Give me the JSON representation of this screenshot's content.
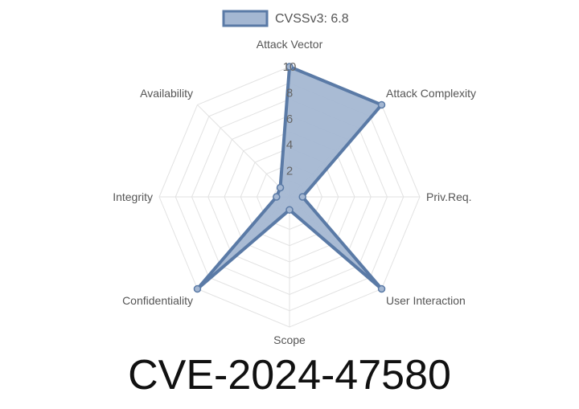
{
  "chart_data": {
    "type": "radar",
    "legend": {
      "placement": "top-center",
      "series_label": "CVSSv3: 6.8"
    },
    "axes": [
      "Attack Vector",
      "Attack Complexity",
      "Priv.Req.",
      "User Interaction",
      "Scope",
      "Confidentiality",
      "Integrity",
      "Availability"
    ],
    "range": [
      0,
      10
    ],
    "ticks": [
      "2",
      "4",
      "6",
      "8",
      "10"
    ],
    "tick_values": [
      2,
      4,
      6,
      8,
      10
    ],
    "grid": true,
    "series": [
      {
        "name": "CVSSv3: 6.8",
        "values": [
          10,
          10,
          1,
          10,
          1,
          10,
          1,
          1
        ],
        "fill": "#a4b7d2",
        "stroke": "#5a7aa6"
      }
    ],
    "caption": "CVE-2024-47580"
  }
}
